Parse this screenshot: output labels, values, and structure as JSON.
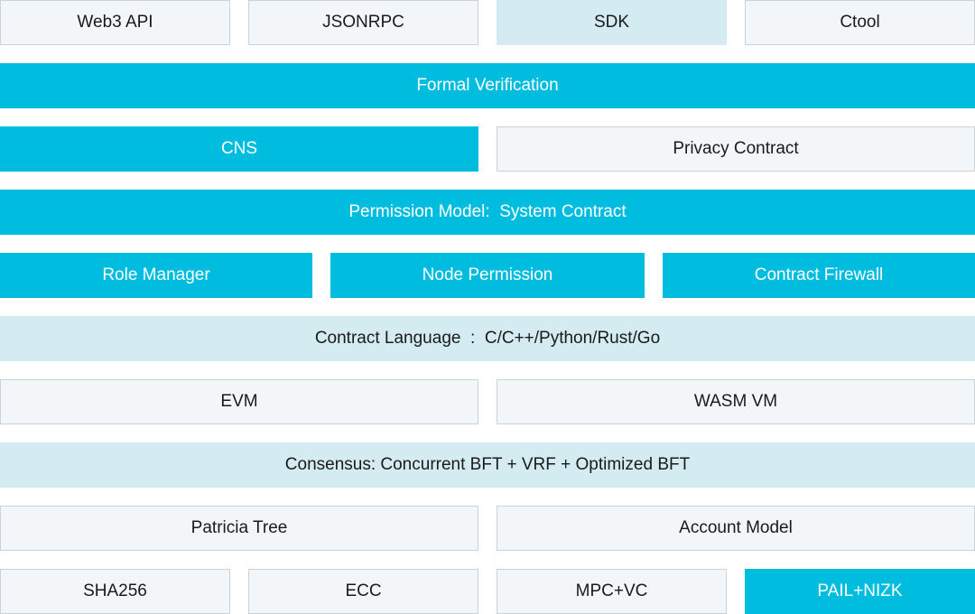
{
  "colors": {
    "accent_blue": "#00bcdf",
    "light_blue": "#d4ecf1",
    "box_white": "#f2f6f8",
    "border": "#c9d3d8"
  },
  "rows": {
    "interfaces": [
      "Web3 API",
      "JSONRPC",
      "SDK",
      "Ctool"
    ],
    "formal_verification": "Formal Verification",
    "cns": "CNS",
    "privacy_contract": "Privacy Contract",
    "permission_model": "Permission Model:  System Contract",
    "permissions": [
      "Role Manager",
      "Node Permission",
      "Contract Firewall"
    ],
    "contract_language": "Contract Language  :  C/C++/Python/Rust/Go",
    "vms": [
      "EVM",
      "WASM VM"
    ],
    "consensus": "Consensus: Concurrent BFT + VRF + Optimized BFT",
    "storage": [
      "Patricia Tree",
      "Account Model"
    ],
    "crypto": [
      "SHA256",
      "ECC",
      "MPC+VC",
      "PAIL+NIZK"
    ]
  }
}
